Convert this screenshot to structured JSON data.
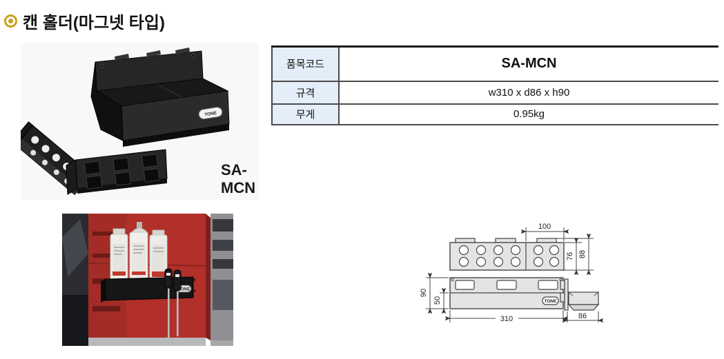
{
  "page": {
    "title": "캔 홀더(마그넷 타입)"
  },
  "product": {
    "model_label": "SA-MCN",
    "brand": "TONE"
  },
  "spec_table": {
    "rows": [
      {
        "label": "품목코드",
        "value": "SA-MCN"
      },
      {
        "label": "규격",
        "value": "w310 x d86 x h90"
      },
      {
        "label": "무게",
        "value": "0.95kg"
      }
    ]
  },
  "drawing": {
    "brand": "TONE",
    "dims": {
      "tab_pitch": "100",
      "depth_body": "76",
      "depth_overall": "88",
      "height_overall": "90",
      "height_front": "50",
      "width_overall": "310",
      "depth_side": "86"
    }
  },
  "colors": {
    "accent_bullet": "#c9a11c",
    "table_header_bg": "#e4eef8",
    "cabinet_red": "#b13029",
    "product_black": "#1c1c1c"
  }
}
